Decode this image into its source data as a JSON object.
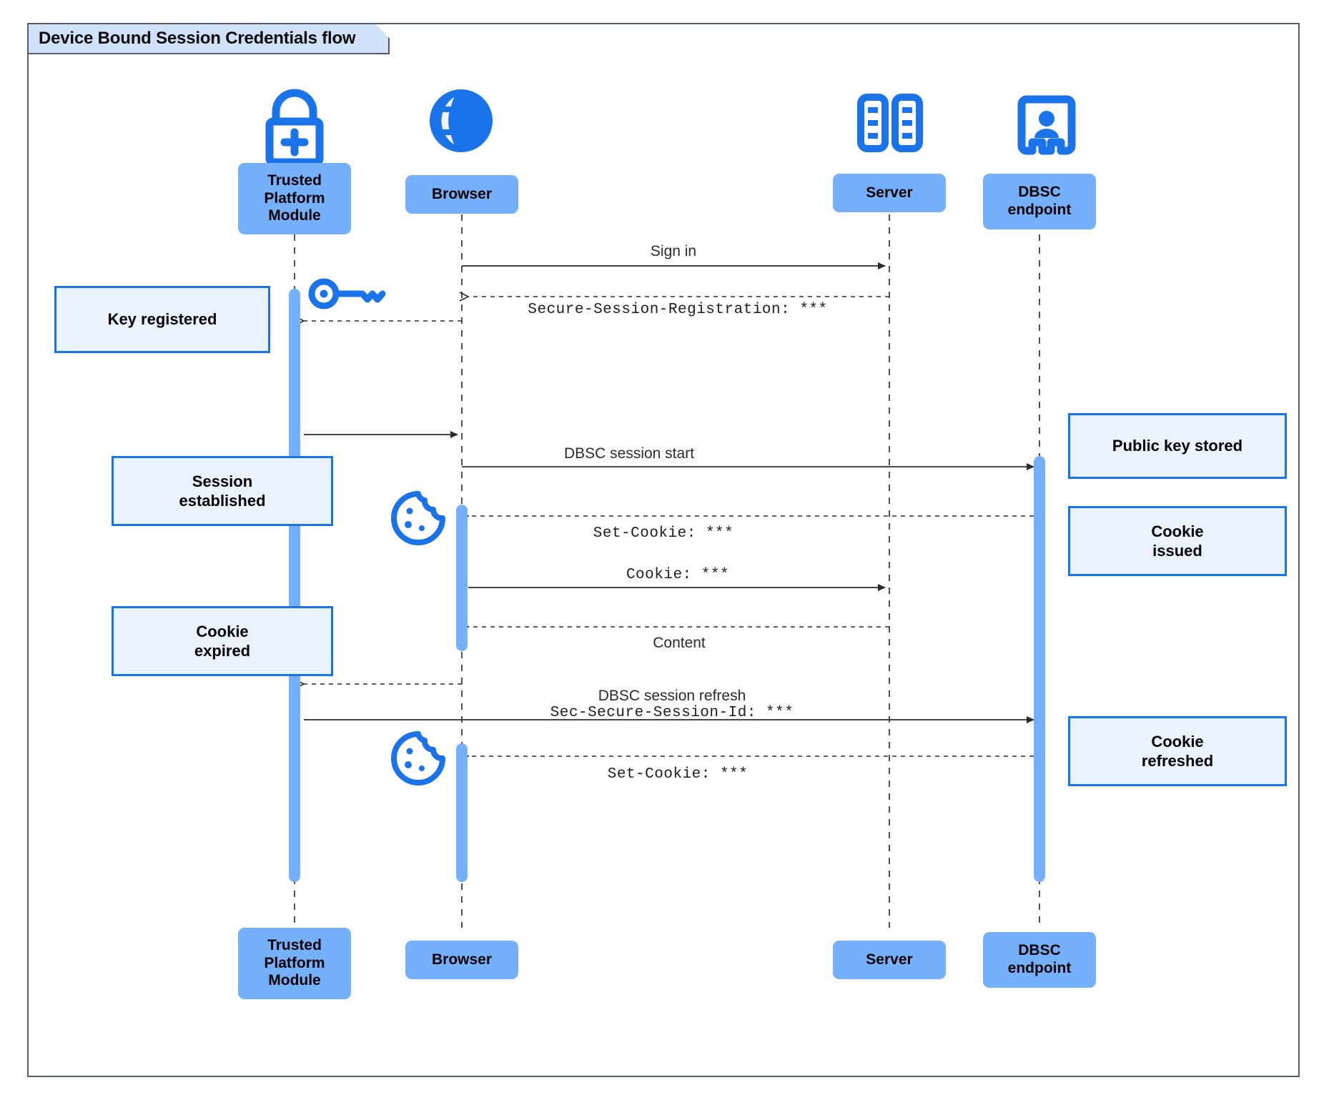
{
  "diagram": {
    "title": "Device Bound Session Credentials flow",
    "type": "uml-sequence-diagram",
    "colors": {
      "actor_fill": "#74b0fb",
      "note_fill": "#eaf2fe",
      "note_border": "#1a73e8",
      "icon_blue": "#1a73e8",
      "frame_border": "#555d63",
      "tab_fill": "#cfe2f9",
      "lifeline": "#3c3c3c"
    }
  },
  "participants": [
    {
      "id": "tpm",
      "label": "Trusted\nPlatform\nModule",
      "icon": "lock-plus-icon"
    },
    {
      "id": "browser",
      "label": "Browser",
      "icon": "globe-icon"
    },
    {
      "id": "server",
      "label": "Server",
      "icon": "server-rack-icon"
    },
    {
      "id": "dbsc",
      "label": "DBSC\nendpoint",
      "icon": "id-badge-icon"
    }
  ],
  "footer_participants": [
    {
      "id": "tpm",
      "label": "Trusted\nPlatform\nModule"
    },
    {
      "id": "browser",
      "label": "Browser"
    },
    {
      "id": "server",
      "label": "Server"
    },
    {
      "id": "dbsc",
      "label": "DBSC\nendpoint"
    }
  ],
  "messages": [
    {
      "id": "m1",
      "text": "Sign in",
      "style": "sans",
      "kind": "solid",
      "from": "browser",
      "to": "server"
    },
    {
      "id": "m2",
      "text": "Secure-Session-Registration: ***",
      "style": "mono",
      "kind": "dashed",
      "from": "server",
      "to": "browser"
    },
    {
      "id": "m3",
      "text": "",
      "style": "sans",
      "kind": "dashed",
      "from": "browser",
      "to": "tpm"
    },
    {
      "id": "m4",
      "text": "",
      "style": "sans",
      "kind": "solid",
      "from": "tpm",
      "to": "browser"
    },
    {
      "id": "m5",
      "text": "DBSC session start",
      "style": "sans",
      "kind": "solid",
      "from": "browser",
      "to": "dbsc"
    },
    {
      "id": "m6",
      "text": "Set-Cookie: ***",
      "style": "mono",
      "kind": "dashed",
      "from": "dbsc",
      "to": "browser"
    },
    {
      "id": "m7",
      "text": "Cookie: ***",
      "style": "mono",
      "kind": "solid",
      "from": "browser",
      "to": "server"
    },
    {
      "id": "m8",
      "text": "Content",
      "style": "sans",
      "kind": "dashed",
      "from": "server",
      "to": "browser"
    },
    {
      "id": "m9",
      "text": "",
      "style": "sans",
      "kind": "dashed",
      "from": "browser",
      "to": "tpm"
    },
    {
      "id": "m10",
      "line1": "DBSC session refresh",
      "line2": "Sec-Secure-Session-Id: ***",
      "style": "stack",
      "kind": "solid",
      "from": "tpm",
      "to": "dbsc"
    },
    {
      "id": "m11",
      "text": "Set-Cookie: ***",
      "style": "mono",
      "kind": "dashed",
      "from": "dbsc",
      "to": "browser"
    }
  ],
  "notes": [
    {
      "id": "n1",
      "text": "Key registered",
      "side": "left",
      "attached_to": "tpm"
    },
    {
      "id": "n2",
      "text": "Session\nestablished",
      "side": "left",
      "attached_to": "tpm"
    },
    {
      "id": "n3",
      "text": "Cookie\nexpired",
      "side": "left",
      "attached_to": "tpm"
    },
    {
      "id": "n4",
      "text": "Public key stored",
      "side": "right",
      "attached_to": "dbsc"
    },
    {
      "id": "n5",
      "text": "Cookie\nissued",
      "side": "right",
      "attached_to": "dbsc"
    },
    {
      "id": "n6",
      "text": "Cookie\nrefreshed",
      "side": "right",
      "attached_to": "dbsc"
    }
  ],
  "inline_icons": [
    {
      "id": "key1",
      "name": "key-icon",
      "near": "tpm"
    },
    {
      "id": "cookie1",
      "name": "cookie-icon",
      "near": "browser"
    },
    {
      "id": "cookie2",
      "name": "cookie-icon",
      "near": "browser"
    }
  ]
}
